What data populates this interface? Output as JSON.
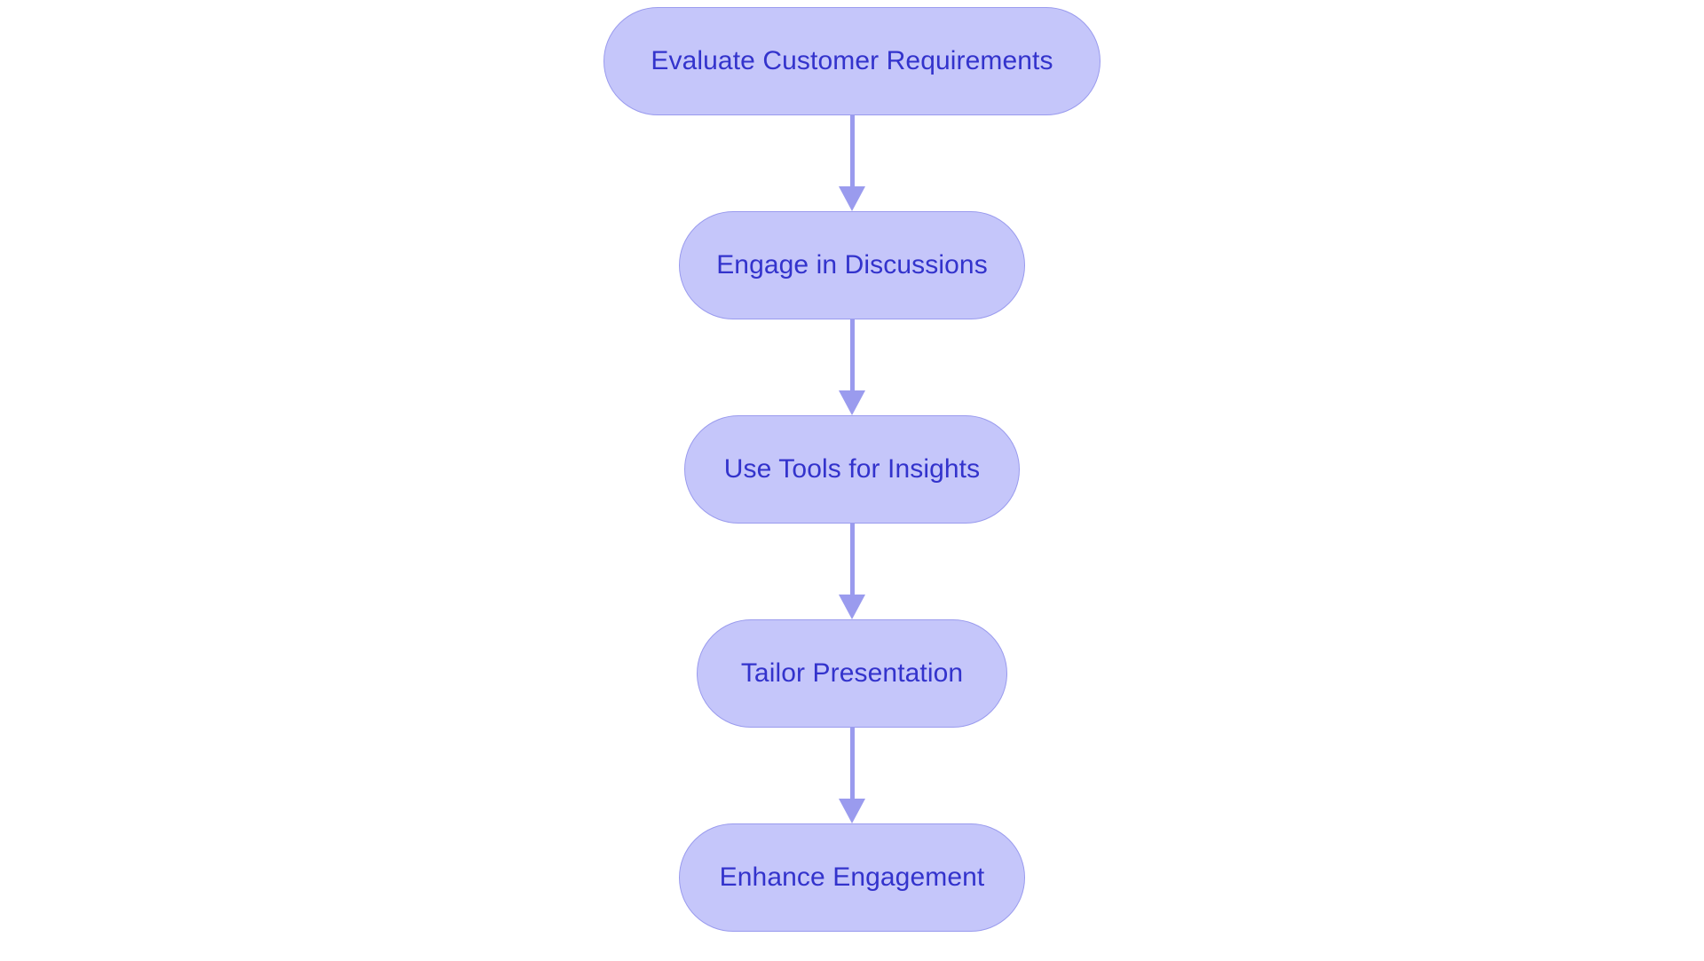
{
  "diagram": {
    "type": "flowchart",
    "orientation": "vertical-top-to-bottom",
    "title": "",
    "background_color": "#ffffff",
    "node_fill_color": "#c5c6fa",
    "node_border_color": "#9a9bee",
    "node_text_color": "#3333cc",
    "connector_color": "#9a9bee",
    "node_shape": "rounded-pill",
    "nodes": [
      {
        "id": "step-1",
        "label": "Evaluate Customer Requirements",
        "order": 1
      },
      {
        "id": "step-2",
        "label": "Engage in Discussions",
        "order": 2
      },
      {
        "id": "step-3",
        "label": "Use Tools for Insights",
        "order": 3
      },
      {
        "id": "step-4",
        "label": "Tailor Presentation",
        "order": 4
      },
      {
        "id": "step-5",
        "label": "Enhance Engagement",
        "order": 5
      }
    ],
    "edges": [
      {
        "from": "step-1",
        "to": "step-2",
        "label": "",
        "arrow": "down"
      },
      {
        "from": "step-2",
        "to": "step-3",
        "label": "",
        "arrow": "down"
      },
      {
        "from": "step-3",
        "to": "step-4",
        "label": "",
        "arrow": "down"
      },
      {
        "from": "step-4",
        "to": "step-5",
        "label": "",
        "arrow": "down"
      }
    ]
  }
}
